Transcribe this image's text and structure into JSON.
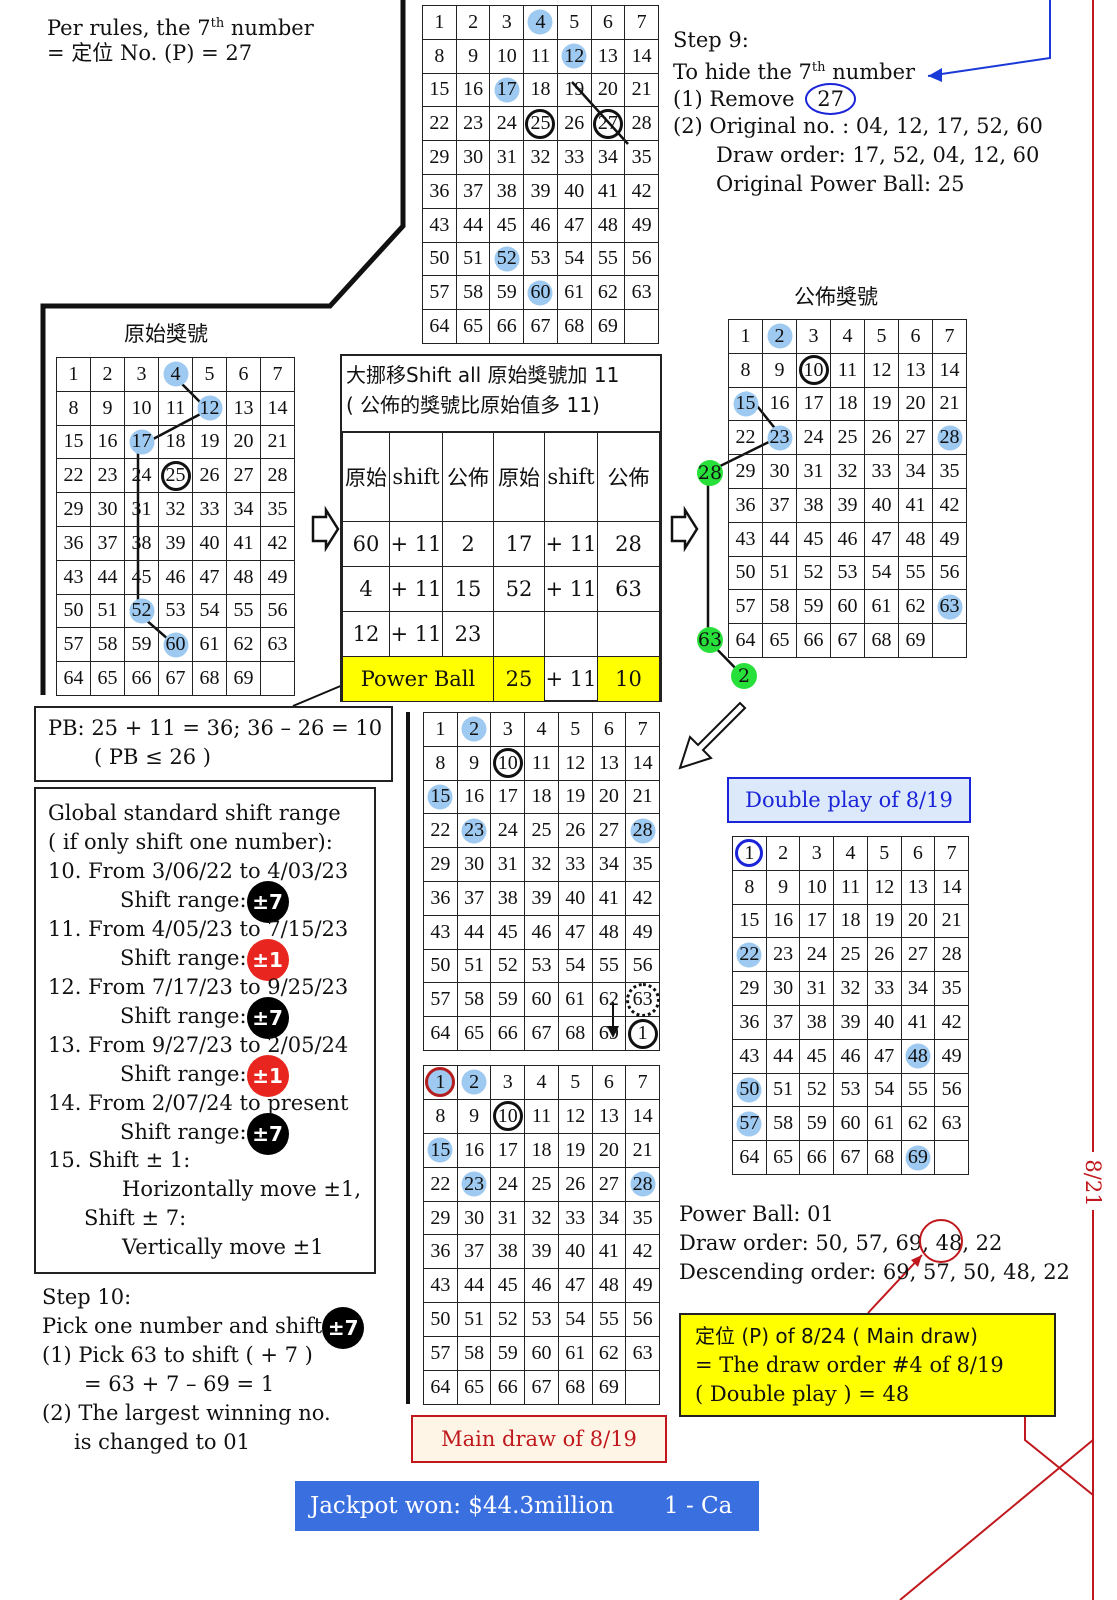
{
  "rule_text": {
    "line1": "Per rules, the 7",
    "sup": "th",
    "line1b": " number",
    "line2": "= 定位 No. (P) = 27"
  },
  "step9": {
    "title": "Step 9:",
    "line1": "To hide the 7",
    "sup": "th",
    "line1b": " number",
    "remove_label": "(1) Remove",
    "remove_value": "27",
    "original_no": "(2) Original no. :  04, 12, 17, 52, 60",
    "draw_order": "Draw order:  17, 52, 04, 12, 60",
    "original_pb": "Original Power Ball:  25"
  },
  "titles": {
    "original": "原始獎號",
    "announced": "公佈獎號"
  },
  "shift_table": {
    "header1": "大挪移Shift all 原始獎號加 11",
    "header2": "( 公佈的獎號比原始值多 11)",
    "col_orig": "原始",
    "col_shift": "shift",
    "col_pub": "公佈",
    "rows": [
      {
        "o1": "60",
        "s1": "+ 11",
        "p1": "2",
        "o2": "17",
        "s2": "+ 11",
        "p2": "28"
      },
      {
        "o1": "4",
        "s1": "+ 11",
        "p1": "15",
        "o2": "52",
        "s2": "+ 11",
        "p2": "63"
      },
      {
        "o1": "12",
        "s1": "+ 11",
        "p1": "23",
        "o2": "",
        "s2": "",
        "p2": ""
      }
    ],
    "pb_label": "Power Ball",
    "pb_orig": "25",
    "pb_shift": "+ 11",
    "pb_pub": "10"
  },
  "pb_box": {
    "line1": "PB:  25 + 11 = 36;  36 – 26 = 10",
    "line2": "( PB ≤ 26 )"
  },
  "shift_range_box": {
    "lines": [
      "Global standard shift range",
      "( if only shift one number):",
      "10. From 3/06/22 to 4/03/23",
      "11. From 4/05/23 to 7/15/23",
      "12. From 7/17/23 to 9/25/23",
      "13. From 9/27/23 to 2/05/24",
      "14. From 2/07/24 to present",
      "15. Shift ± 1:",
      "Horizontally move ±1,",
      "Shift ± 7:",
      "Vertically move ±1"
    ],
    "range_label": "Shift range:",
    "badges": [
      "±7",
      "±1",
      "±7",
      "±1",
      "±7"
    ]
  },
  "step10": {
    "title": "Step 10:",
    "line1": "Pick one number and shift",
    "badge": "±7",
    "line2": "(1) Pick 63 to shift ( + 7 )",
    "line3": "= 63 + 7 – 69 = 1",
    "line4": "(2) The largest winning no.",
    "line5": "is changed  to 01"
  },
  "double_play": {
    "label": "Double play of 8/19"
  },
  "right_info": {
    "power_ball": "Power Ball:  01",
    "draw_order": "Draw order:   50, 57, 69, 48, 22",
    "descending": "Descending order:  69, 57, 50, 48, 22"
  },
  "yellow_box": {
    "line1": "定位 (P) of 8/24 ( Main draw)",
    "line2": "= The draw order #4 of 8/19",
    "line3": "( Double play ) = 48"
  },
  "main_draw": {
    "label": "Main draw of 8/19"
  },
  "jackpot": {
    "label": "Jackpot won: $44.3million",
    "place": "1 - Ca"
  },
  "side_date": "8/21",
  "grids": {
    "g_top": {
      "hl": [
        4,
        12,
        17,
        52,
        60
      ],
      "black": [
        25,
        27
      ],
      "red": [],
      "blue": [],
      "dashed": [],
      "blank_last": true
    },
    "g_orig": {
      "hl": [
        4,
        12,
        17,
        52,
        60
      ],
      "black": [
        25
      ],
      "red": [],
      "blue": [],
      "dashed": [],
      "blank_last": true
    },
    "g_pub": {
      "hl": [
        2,
        15,
        23,
        28,
        63
      ],
      "black": [
        10
      ],
      "red": [],
      "blue": [],
      "dashed": [],
      "blank_last": true
    },
    "g_mid": {
      "hl": [
        2,
        15,
        23,
        28
      ],
      "black": [
        10,
        1
      ],
      "red": [],
      "blue": [],
      "dashed": [
        63
      ],
      "blank_last": false,
      "last_value": "1"
    },
    "g_bottom": {
      "hl": [
        1,
        2,
        15,
        23,
        28
      ],
      "black": [
        10
      ],
      "red": [
        1
      ],
      "blue": [],
      "dashed": [],
      "blank_last": true
    },
    "g_double": {
      "hl": [
        22,
        48,
        50,
        57,
        69
      ],
      "black": [],
      "red": [],
      "blue": [
        1
      ],
      "dashed": [],
      "blank_last": true
    }
  },
  "colors": {
    "highlight": "#9ec9f0",
    "accent_yellow": "#ffff00",
    "red_line": "#c0181c",
    "blue_box_bg": "#dbe9fb",
    "jackpot_bg": "#3a6fe0"
  }
}
